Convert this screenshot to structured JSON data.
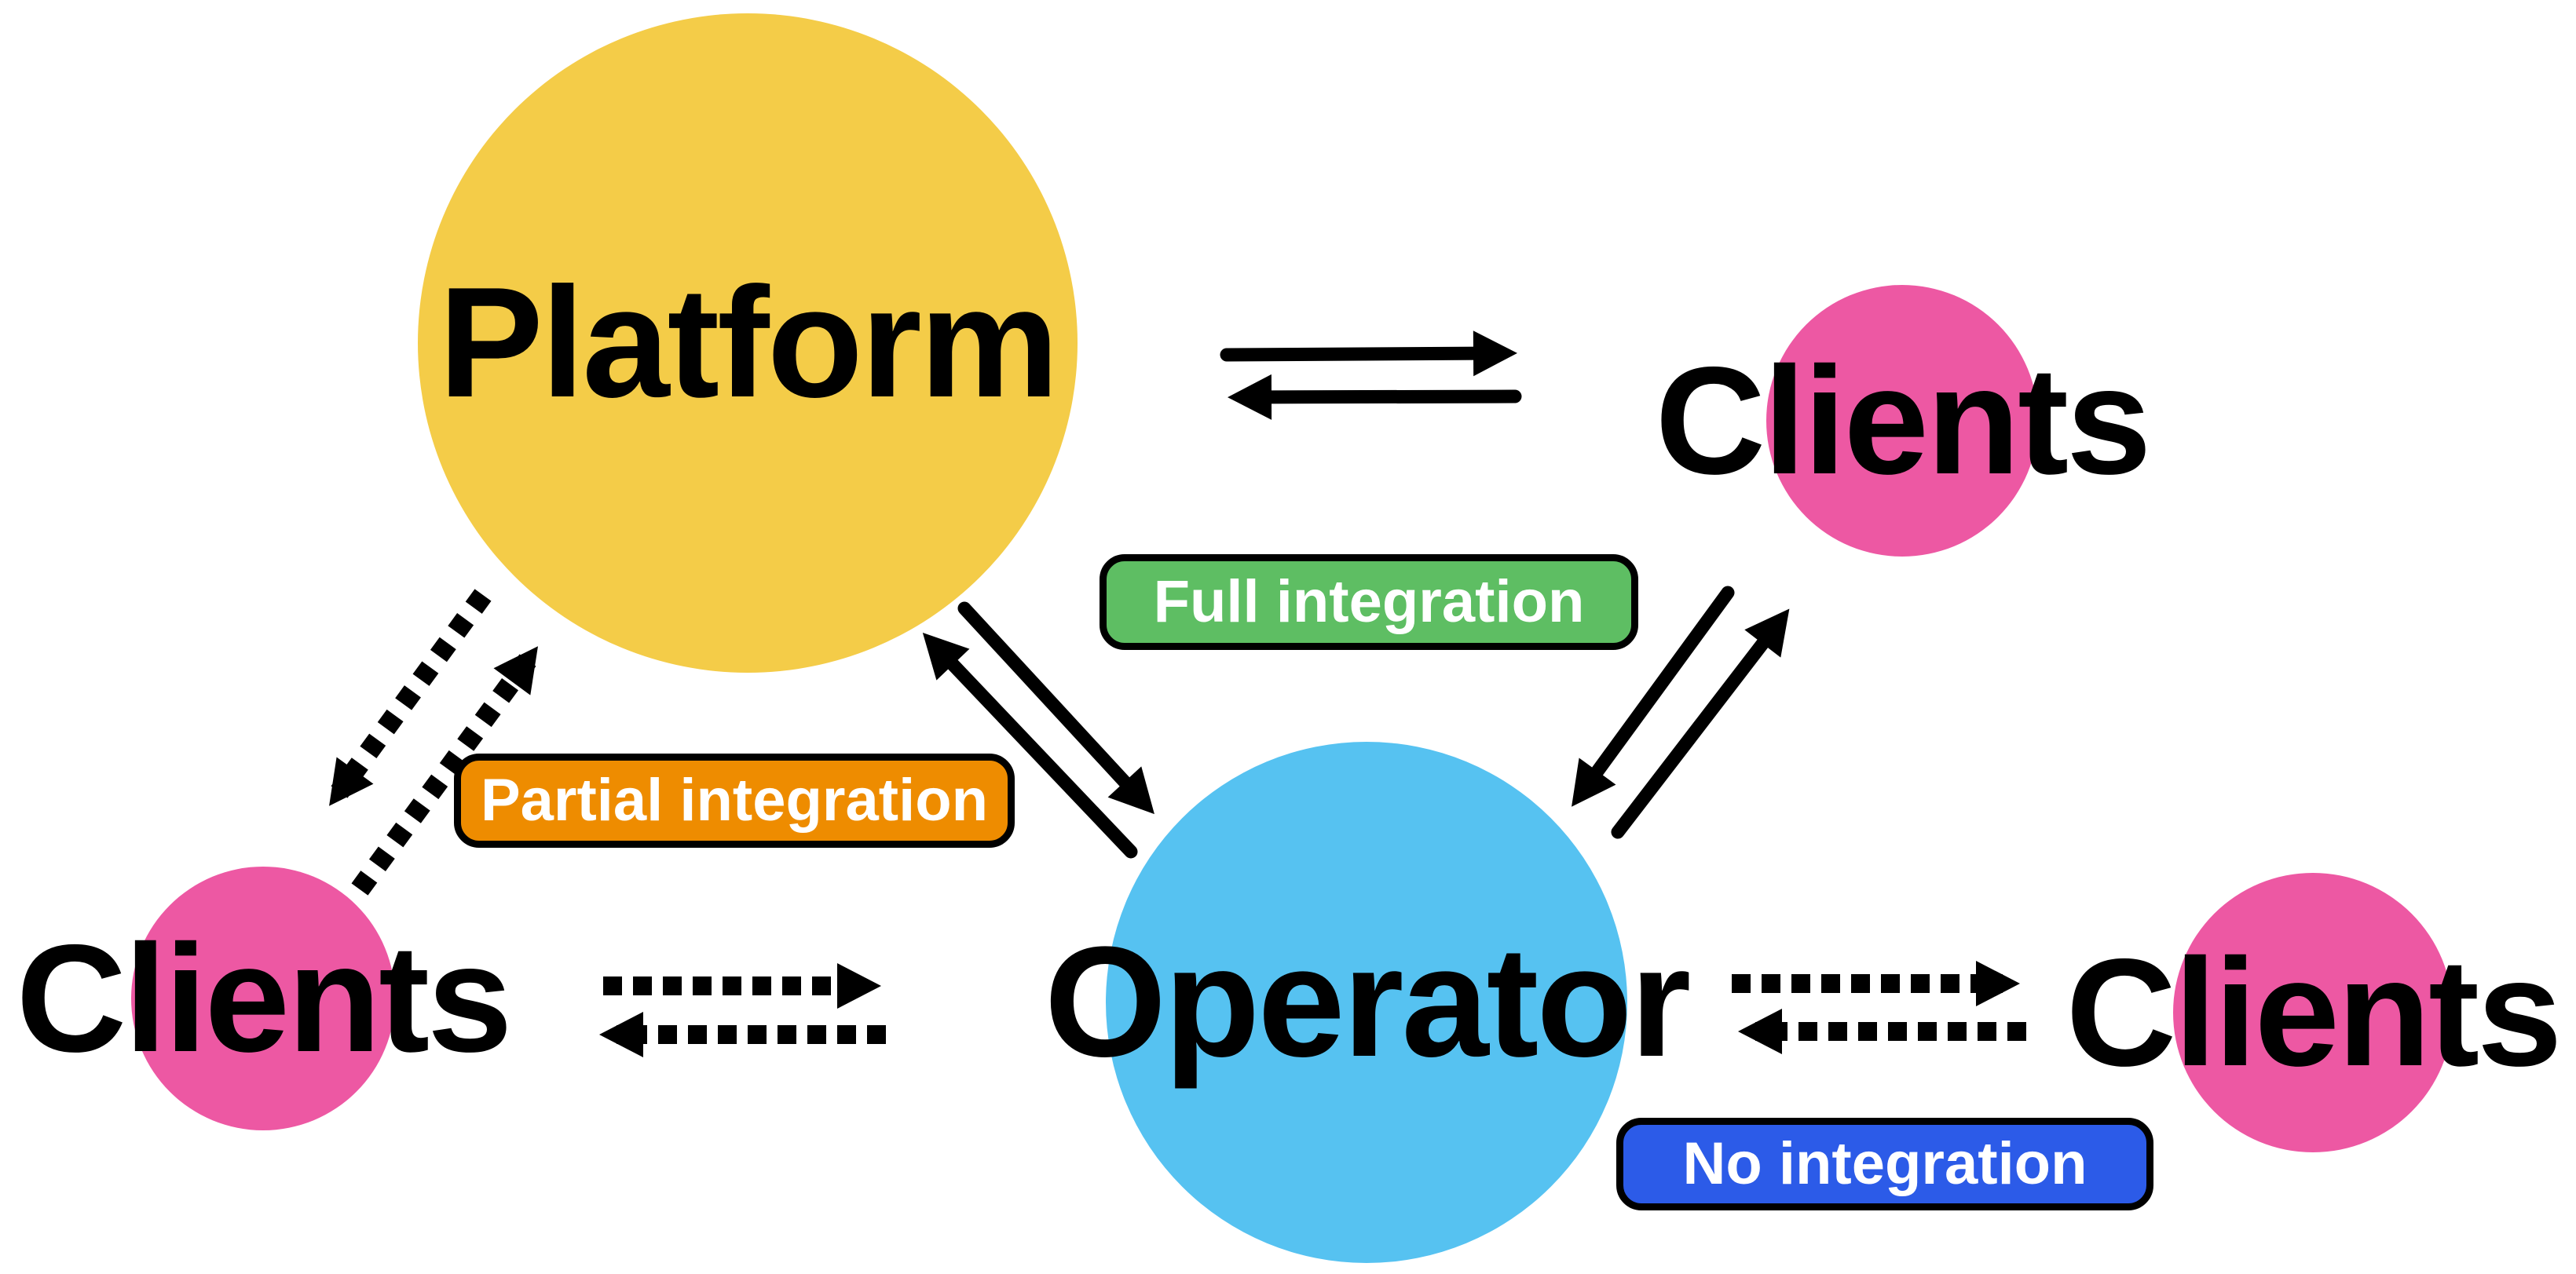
{
  "diagram": {
    "background": "#FFFFFF",
    "arrow_color": "#000000",
    "text_color": "#000000",
    "nodes": {
      "platform": {
        "label": "Platform",
        "color": "#F4CC48"
      },
      "operator": {
        "label": "Operator",
        "color": "#56C2F1"
      },
      "clients_top_right": {
        "label": "Clients",
        "color": "#ED58A3"
      },
      "clients_bottom_left": {
        "label": "Clients",
        "color": "#ED58A3"
      },
      "clients_bottom_right": {
        "label": "Clients",
        "color": "#ED58A3"
      }
    },
    "badges": {
      "full": {
        "label": "Full integration",
        "color": "#5EBE63",
        "text_color": "#FFFFFF"
      },
      "partial": {
        "label": "Partial integration",
        "color": "#EE8C00",
        "text_color": "#FFFFFF"
      },
      "none": {
        "label": "No integration",
        "color": "#2C5BE8",
        "text_color": "#FFFFFF"
      }
    },
    "edges": [
      {
        "from": "Platform",
        "to": "Clients (top right)",
        "style": "solid",
        "bidirectional": true,
        "badge": "Full integration"
      },
      {
        "from": "Platform",
        "to": "Operator",
        "style": "solid",
        "bidirectional": true
      },
      {
        "from": "Operator",
        "to": "Clients (top right)",
        "style": "solid",
        "bidirectional": true
      },
      {
        "from": "Platform",
        "to": "Clients (bottom left)",
        "style": "dashed",
        "bidirectional": true,
        "badge": "Partial integration"
      },
      {
        "from": "Clients (bottom left)",
        "to": "Operator",
        "style": "dotted",
        "bidirectional": true
      },
      {
        "from": "Operator",
        "to": "Clients (bottom right)",
        "style": "dotted",
        "bidirectional": true,
        "badge": "No integration"
      }
    ]
  }
}
